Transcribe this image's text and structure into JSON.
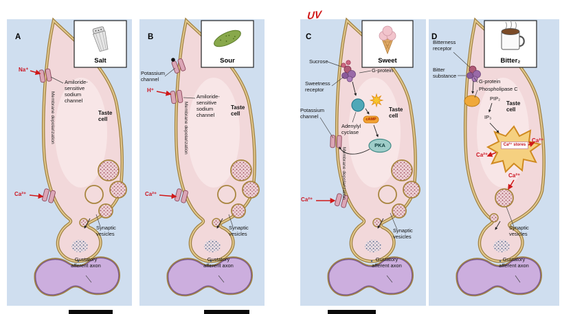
{
  "colors": {
    "panel_background": "#cfdeef",
    "cell_fill": "#f2d8da",
    "membrane": "#a08142",
    "vesicle_dot": "#9c4456",
    "axon_fill": "#ccaede",
    "red_label": "#cc1420",
    "teal_enzyme": "#4fa8b8",
    "orange_organelle": "#f2a132",
    "g_protein_purple": "#9a6aa8",
    "stores_fill": "#f5d080"
  },
  "panels": [
    {
      "letter": "A",
      "taste": "Salt",
      "icon": "salt-shaker-icon",
      "ion": "Na⁺",
      "channel": "Amiloride-sensitive sodium channel",
      "membrane": "Membrane depolarization",
      "cell": "Taste cell",
      "calcium": "Ca²⁺",
      "vesicles": "Synaptic vesicles",
      "axon": "Gustatory afferent axon"
    },
    {
      "letter": "B",
      "taste": "Sour",
      "icon": "pickle-icon",
      "potassium": "Potassium channel",
      "ion": "H⁺",
      "channel": "Amiloride-sensitive sodium channel",
      "membrane": "Membrane depolarization",
      "cell": "Taste cell",
      "calcium": "Ca²⁺",
      "vesicles": "Synaptic vesicles",
      "axon": "Gustatory afferent axon"
    },
    {
      "letter": "C",
      "taste": "Sweet",
      "icon": "ice-cream-icon",
      "annotation": "UV",
      "sucrose": "Sucrose",
      "g_protein": "G-protein",
      "receptor": "Sweetness receptor",
      "potassium": "Potassium channel",
      "adenylyl": "Adenylyl cyclase",
      "camp": "cAMP",
      "pka": "PKA",
      "cell": "Taste cell",
      "membrane": "Membrane depolarization",
      "calcium": "Ca²⁺",
      "vesicles": "Synaptic vesicles",
      "axon": "Gustatory afferent axon"
    },
    {
      "letter": "D",
      "taste": "Bitter₂",
      "icon": "coffee-mug-icon",
      "receptor": "Bitterness receptor",
      "substance": "Bitter substance",
      "g_protein": "G-protein",
      "plc": "Phospholipase C",
      "pip2": "PIP₂",
      "ip3": "IP₃",
      "cell": "Taste cell",
      "stores": "Ca²⁺ stores",
      "calcium": "Ca²⁺",
      "vesicles": "Synaptic vesicles",
      "axon": "Gustatory afferent axon"
    }
  ]
}
